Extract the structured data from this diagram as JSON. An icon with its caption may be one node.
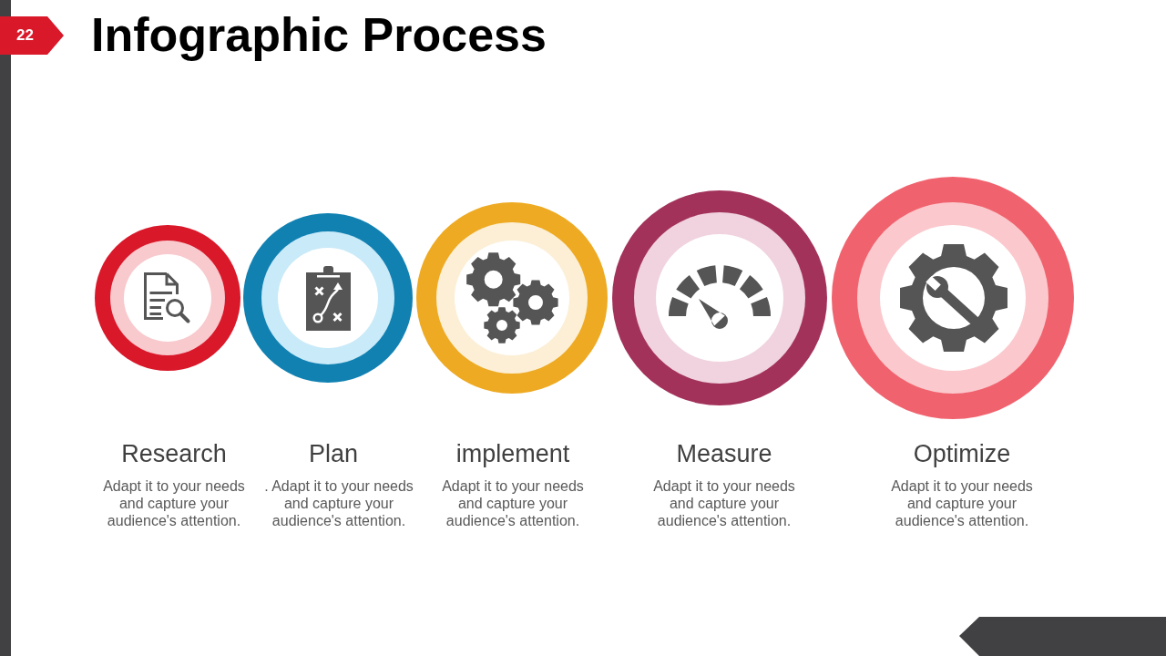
{
  "diagram": {
    "title": "Infographic Process",
    "nodes": [
      {
        "text": [
          "Research"
        ]
      },
      {
        "text": [
          "Plan"
        ]
      },
      {
        "text": [
          "implement"
        ]
      },
      {
        "text": [
          "Measure"
        ]
      },
      {
        "text": [
          "Optimize"
        ]
      }
    ],
    "labels": [
      "22",
      "Adapt it to your needs and capture your audience's attention.",
      ". Adapt it to your needs and capture your audience's attention.",
      "Adapt it to your needs and capture your audience's attention.",
      "Adapt it to your needs and capture your audience's attention.",
      "Adapt it to your needs and capture your audience's attention."
    ]
  }
}
